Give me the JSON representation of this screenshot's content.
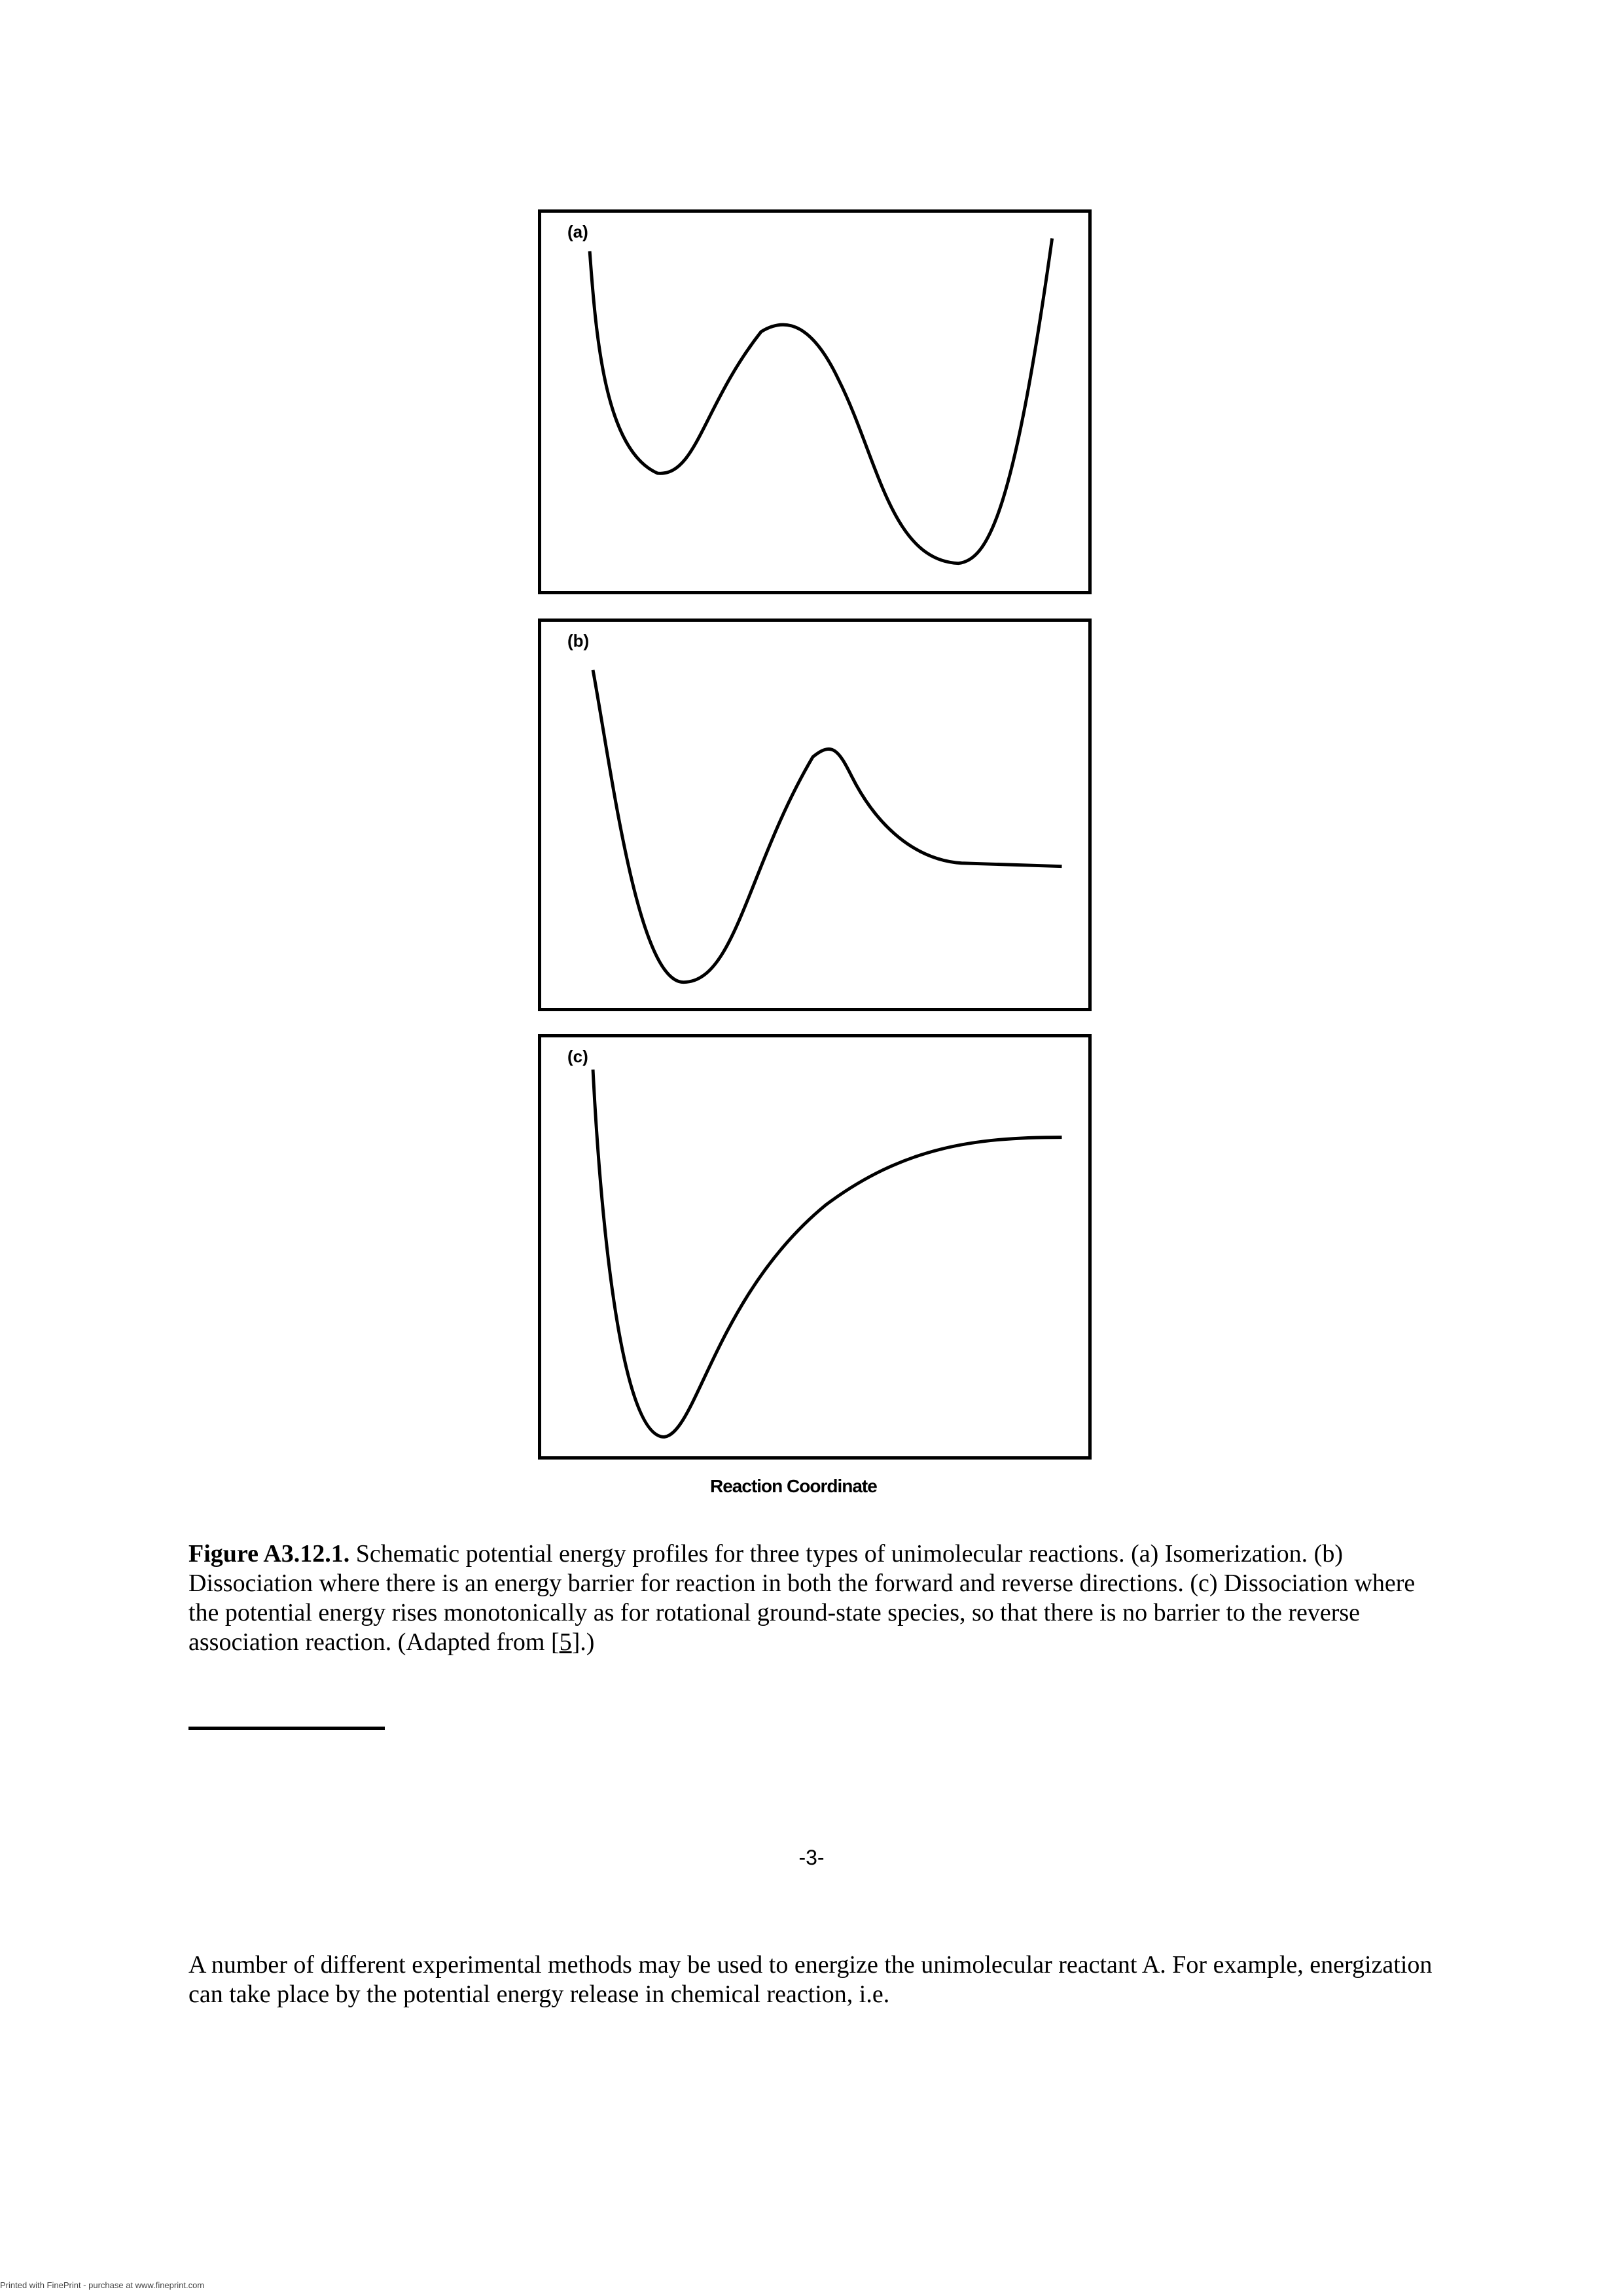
{
  "figure": {
    "panels": [
      {
        "label": "(a)",
        "profile": "isomerization"
      },
      {
        "label": "(b)",
        "profile": "dissociation-with-barrier"
      },
      {
        "label": "(c)",
        "profile": "dissociation-no-barrier"
      }
    ],
    "xaxis_label": "Reaction Coordinate"
  },
  "caption": {
    "figure_number": "Figure A3.12.1.",
    "text_before_ref": " Schematic potential energy profiles for three types of unimolecular reactions. (a) Isomerization. (b) Dissociation where there is an energy barrier for reaction in both the forward and reverse directions. (c) Dissociation where the potential energy rises monotonically as for rotational ground-state species, so that there is no barrier to the reverse association reaction. (Adapted from [",
    "ref_number": "5",
    "text_after_ref": "].)"
  },
  "page_number": "-3-",
  "body_text": "A number of different experimental methods may be used to energize the unimolecular reactant A. For example, energization can take place by the potential energy release in chemical reaction, i.e.",
  "footer": "Printed with FinePrint - purchase at www.fineprint.com"
}
